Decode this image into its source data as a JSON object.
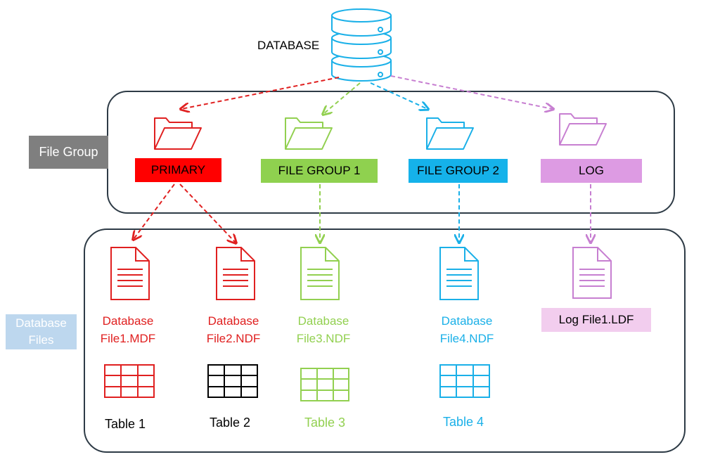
{
  "database": {
    "label": "DATABASE"
  },
  "side_labels": {
    "file_group": "File Group",
    "database_files_line1": "Database",
    "database_files_line2": "Files"
  },
  "colors": {
    "primary": "#e02020",
    "group1": "#92d050",
    "group2": "#1ab0e8",
    "log": "#c77fd1",
    "table2": "#000000"
  },
  "file_groups": [
    {
      "label": "PRIMARY",
      "bg": "#ff0000",
      "fg": "#000000",
      "icon": "folder-icon"
    },
    {
      "label": "FILE GROUP 1",
      "bg": "#8fd14f",
      "fg": "#000000",
      "icon": "folder-icon"
    },
    {
      "label": "FILE GROUP 2",
      "bg": "#15b2ea",
      "fg": "#000000",
      "icon": "folder-icon"
    },
    {
      "label": "LOG",
      "bg": "#dd9be3",
      "fg": "#000000",
      "icon": "folder-icon"
    }
  ],
  "database_files": [
    {
      "line1": "Database",
      "line2": "File1.MDF",
      "table": "Table 1",
      "icon": "document-icon"
    },
    {
      "line1": "Database",
      "line2": "File2.NDF",
      "table": "Table 2",
      "icon": "document-icon"
    },
    {
      "line1": "Database",
      "line2": "File3.NDF",
      "table": "Table 3",
      "icon": "document-icon"
    },
    {
      "line1": "Database",
      "line2": "File4.NDF",
      "table": "Table 4",
      "icon": "document-icon"
    }
  ],
  "log_file": {
    "label": "Log File1.LDF",
    "icon": "document-icon"
  }
}
